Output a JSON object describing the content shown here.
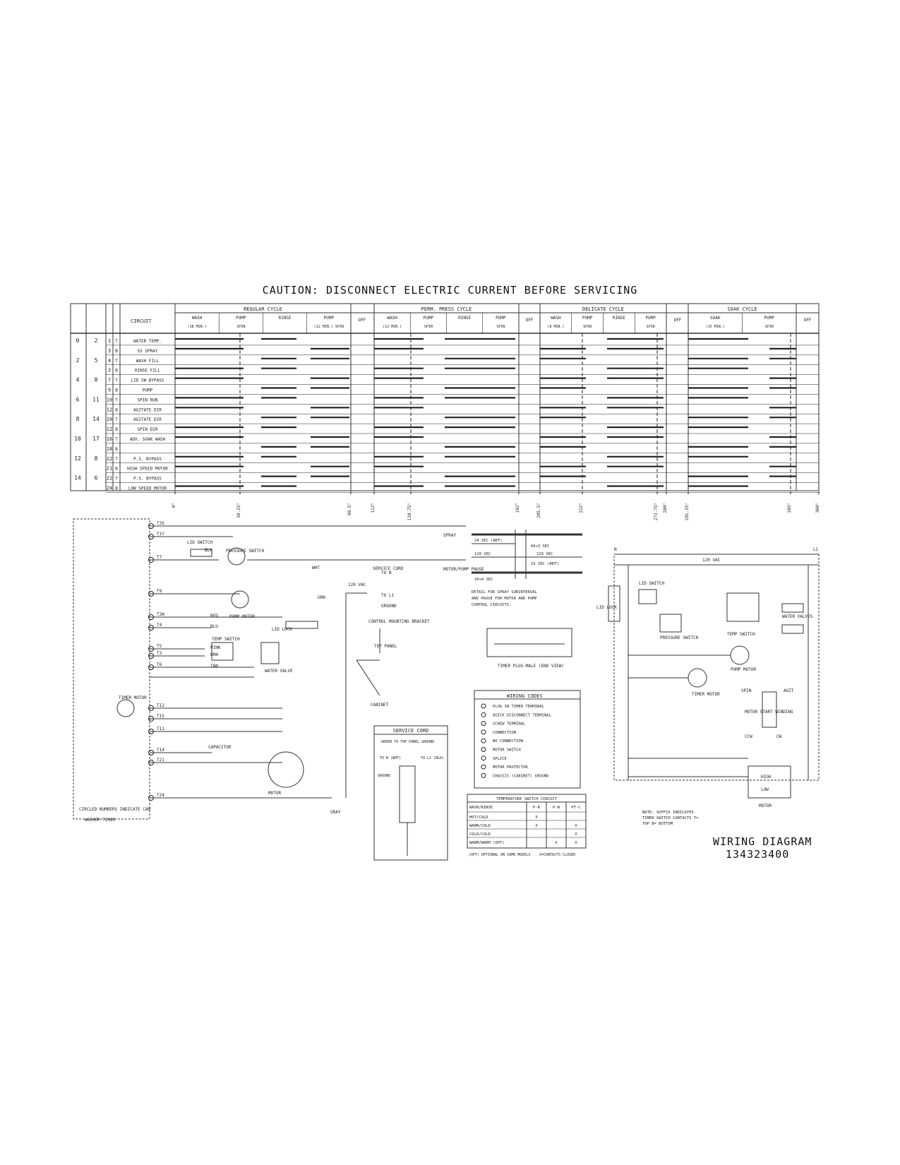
{
  "caution": "CAUTION: DISCONNECT ELECTRIC CURRENT BEFORE SERVICING",
  "title": "WIRING DIAGRAM",
  "part_number": "134323400",
  "cycle_chart": {
    "circuit_header": "CIRCUIT",
    "cycles": [
      {
        "name": "REGULAR CYCLE",
        "steps": [
          "WASH",
          "PUMP",
          "RINSE",
          "PUMP"
        ],
        "step_notes": [
          "(18 MIN.)",
          "SPIN",
          "",
          "(12 MIN.) SPIN"
        ]
      },
      {
        "name": "PERM. PRESS CYCLE",
        "steps": [
          "WASH",
          "PUMP",
          "RINSE",
          "PUMP"
        ],
        "step_notes": [
          "(12 MIN.)",
          "SPIN",
          "",
          "SPIN"
        ]
      },
      {
        "name": "DELICATE CYCLE",
        "steps": [
          "WASH",
          "PUMP",
          "RINSE",
          "PUMP"
        ],
        "step_notes": [
          "(8 MIN.)",
          "SPIN",
          "",
          "SPIN"
        ]
      },
      {
        "name": "SOAK CYCLE",
        "steps": [
          "SOAK",
          "PUMP"
        ],
        "step_notes": [
          "(15 MIN.)",
          "SPIN"
        ]
      }
    ],
    "off_label": "OFF",
    "rows": [
      {
        "cam": "0",
        "term": "2",
        "contact": "1",
        "tb": "T",
        "circuit": "WATER TEMP."
      },
      {
        "cam": "",
        "term": "",
        "contact": "3",
        "tb": "B",
        "circuit": "SS SPRAY"
      },
      {
        "cam": "2",
        "term": "5",
        "contact": "4",
        "tb": "T",
        "circuit": "WASH FILL"
      },
      {
        "cam": "",
        "term": "",
        "contact": "3",
        "tb": "B",
        "circuit": "RINSE FILL"
      },
      {
        "cam": "4",
        "term": "8",
        "contact": "7",
        "tb": "T",
        "circuit": "LID SW BYPASS"
      },
      {
        "cam": "",
        "term": "",
        "contact": "9",
        "tb": "B",
        "circuit": "PUMP"
      },
      {
        "cam": "6",
        "term": "11",
        "contact": "10",
        "tb": "T",
        "circuit": "SPIN RUN"
      },
      {
        "cam": "",
        "term": "",
        "contact": "12",
        "tb": "B",
        "circuit": "AGITATE DIR"
      },
      {
        "cam": "8",
        "term": "14",
        "contact": "10",
        "tb": "T",
        "circuit": "AGITATE DIR"
      },
      {
        "cam": "",
        "term": "",
        "contact": "12",
        "tb": "B",
        "circuit": "SPIN DIR"
      },
      {
        "cam": "10",
        "term": "17",
        "contact": "16",
        "tb": "T",
        "circuit": "ADV. SOAK WASH"
      },
      {
        "cam": "",
        "term": "",
        "contact": "18",
        "tb": "B",
        "circuit": ""
      },
      {
        "cam": "12",
        "term": "8",
        "contact": "22",
        "tb": "T",
        "circuit": "P.S. BYPASS"
      },
      {
        "cam": "",
        "term": "",
        "contact": "21",
        "tb": "B",
        "circuit": "HIGH SPEED MOTOR"
      },
      {
        "cam": "14",
        "term": "6",
        "contact": "22",
        "tb": "T",
        "circuit": "P.S. BYPASS"
      },
      {
        "cam": "",
        "term": "",
        "contact": "24",
        "tb": "B",
        "circuit": "LOW SPEED MOTOR"
      }
    ],
    "degree_ticks": [
      "0°",
      "30.25°",
      "90.5°",
      "112°",
      "139.75°",
      "192°",
      "205.5°",
      "222°",
      "273.75°",
      "280°",
      "291.25°",
      "345°",
      "360°"
    ]
  },
  "timer_schematic": {
    "labels": [
      "WASHER TIMER",
      "CIRCLED NUMBERS INDICATE CAM",
      "TIMER MOTOR",
      "PRESSURE SWITCH",
      "LID SWITCH",
      "PUMP MOTOR",
      "LID LOCK",
      "TEMP SWITCH",
      "WATER VALVE",
      "CAPACITOR",
      "MOTOR",
      "SERVICE CORD",
      "CONTROL MOUNTING BRACKET",
      "TOP PANEL",
      "CABINET",
      "GRN",
      "WHT",
      "BLK",
      "RED",
      "BLU",
      "PINK",
      "ORN",
      "TAN",
      "GRAY"
    ],
    "terminals": [
      "T3S",
      "T1Y",
      "T7",
      "T9",
      "T2W",
      "T4",
      "T5",
      "T3",
      "T6",
      "T12",
      "T15",
      "T11",
      "T14",
      "T21",
      "T24"
    ],
    "voltage": "120 VAC",
    "to_n": "TO N",
    "to_l1": "TO L1",
    "ground": "GROUND"
  },
  "spray_detail": {
    "label_spray": "SPRAY",
    "label_motor": "MOTOR/PUMP PAUSE",
    "times": [
      "24 SEC (REF)",
      "60+3 SEC",
      "120 SEC",
      "120 SEC",
      "15 SEC (REF)",
      "10+4 SEC"
    ],
    "caption": "DETAIL FOR SPRAY SUBINTERVAL AND PAUSE FOR MOTOR AND PUMP CONTROL CIRCUITS.",
    "plug_caption": "TIMER PLUG-MALE (END VIEW)"
  },
  "wiring_codes": {
    "title": "WIRING CODES",
    "items": [
      "PLUG IN TIMER TERMINAL",
      "QUICK DISCONNECT TERMINAL",
      "SCREW TERMINAL",
      "CONNECTION",
      "NO CONNECTION",
      "MOTOR SWITCH",
      "SPLICE",
      "MOTOR PROTECTOR",
      "CHASSIS (CABINET) GROUND"
    ]
  },
  "temp_switch_table": {
    "title": "TEMPERATURE SWITCH CIRCUIT",
    "columns": [
      "WASH/RINSE",
      "P-R",
      "P-W",
      "PT-C"
    ],
    "rows": [
      [
        "HOT/COLD",
        "X",
        "",
        ""
      ],
      [
        "WARM/COLD",
        "X",
        "",
        "X"
      ],
      [
        "COLD/COLD",
        "",
        "",
        "X"
      ],
      [
        "WARM/WARM (OPT)",
        "",
        "X",
        "X"
      ]
    ],
    "note_left": "(OPT) OPTIONAL ON SOME MODELS",
    "note_right": "X=CONTACTS CLOSED"
  },
  "service_cord": {
    "title": "SERVICE CORD",
    "labels": [
      "GREEN TO TOP PANEL GROUND",
      "TO N (WHT)",
      "TO L1 (BLK)",
      "GROUND"
    ]
  },
  "ladder_diagram": {
    "voltage": "120 VAC",
    "labels": [
      "LID LOCK",
      "LID SWITCH",
      "PRESSURE SWITCH",
      "TEMP SWITCH",
      "WATER VALVES",
      "PUMP MOTOR",
      "TIMER MOTOR",
      "MOTOR START WINDING",
      "MOTOR",
      "HIGH",
      "LOW",
      "SPIN",
      "AGIT",
      "CCW",
      "CW"
    ],
    "note": "NOTE: SUFFIX INDICATES TIMER SWITCH CONTACTS T= TOP B= BOTTOM",
    "l1": "L1",
    "n": "N"
  }
}
